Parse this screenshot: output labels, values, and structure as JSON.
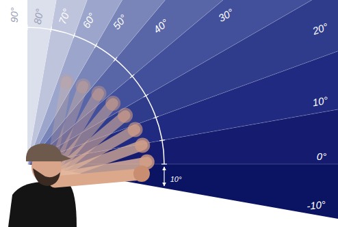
{
  "diagram": {
    "labels": [
      "90°",
      "80°",
      "70°",
      "60°",
      "50°",
      "40°",
      "30°",
      "20°",
      "10°",
      "0°",
      "10°",
      "-10°"
    ]
  }
}
